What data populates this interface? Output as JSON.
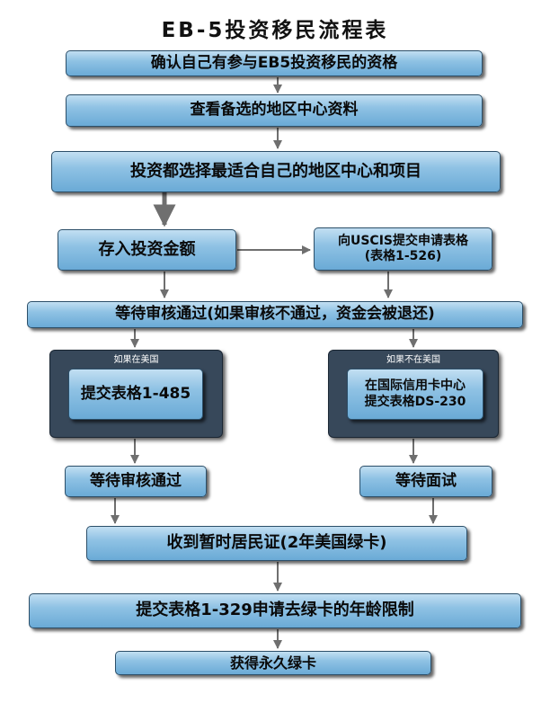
{
  "title": "EB-5投资移民流程表",
  "steps": {
    "s1": "确认自己有参与EB5投资移民的资格",
    "s2": "查看备选的地区中心资料",
    "s3": "投资都选择最适合自己的地区中心和项目",
    "s4": "存入投资金额",
    "s5_line1": "向USCIS提交申请表格",
    "s5_line2": "(表格1-526)",
    "s6": "等待审核通过(如果审核不通过，资金会被退还)",
    "left_condition": "如果在美国",
    "left_action": "提交表格1-485",
    "right_condition": "如果不在美国",
    "right_line1": "在国际信用卡中心",
    "right_line2": "提交表格DS-230",
    "left_wait": "等待审核通过",
    "right_wait": "等待面试",
    "s9": "收到暂时居民证(2年美国绿卡)",
    "s10": "提交表格1-329申请去绿卡的年龄限制",
    "s11": "获得永久绿卡"
  }
}
